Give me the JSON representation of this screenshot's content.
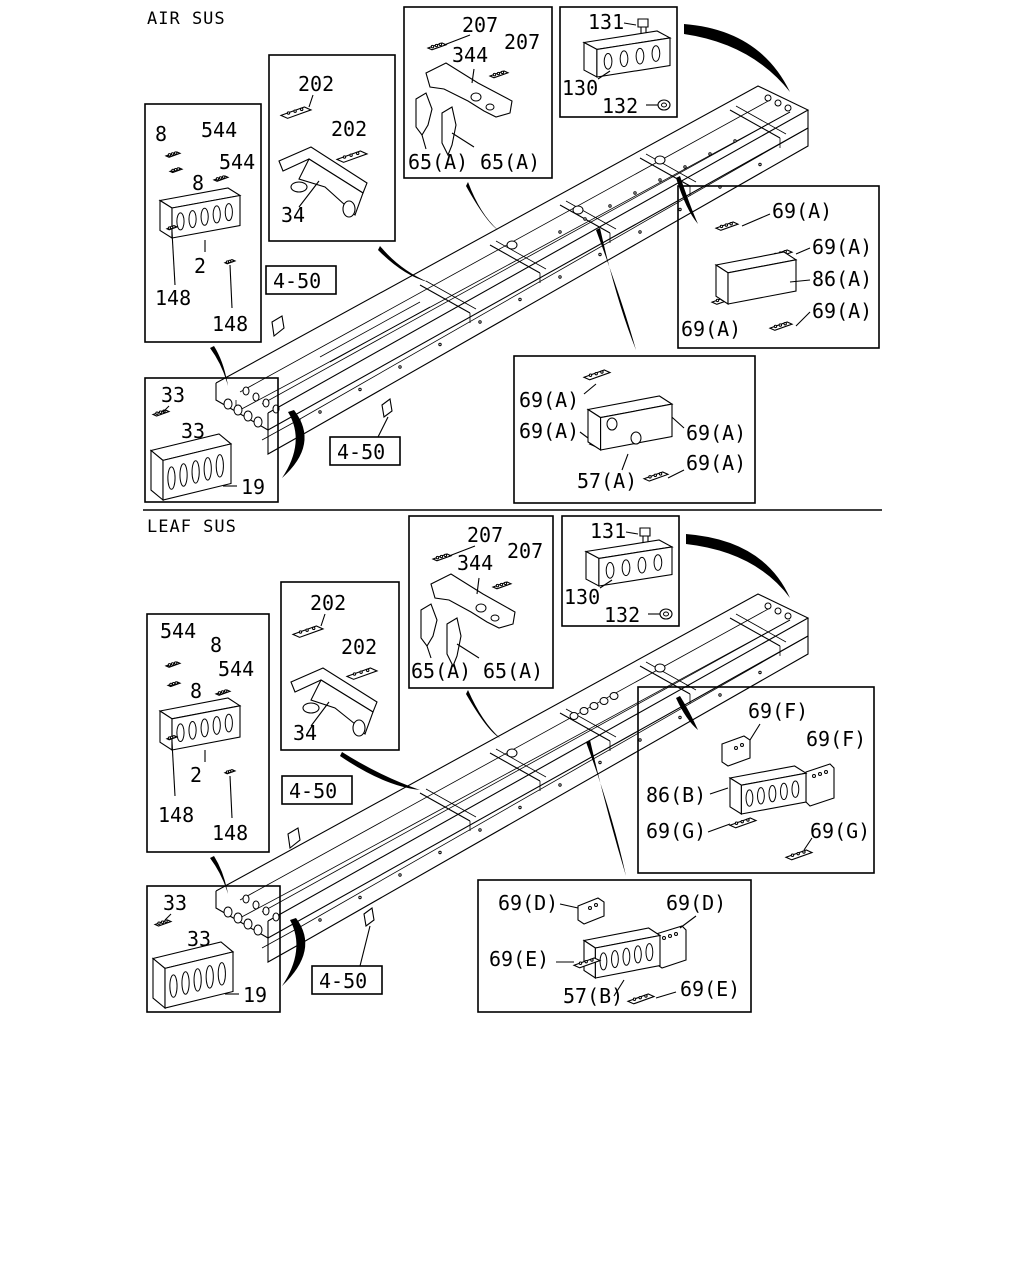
{
  "sections": [
    {
      "key": "air",
      "title": "AIR SUS",
      "boxes": {
        "front_cross": [
          "8",
          "544",
          "544",
          "8",
          "2",
          "148",
          "148"
        ],
        "cross_34": [
          "202",
          "202",
          "34"
        ],
        "bracket_344": [
          "207",
          "344",
          "207",
          "65(A)",
          "65(A)"
        ],
        "rear_cross": [
          "131",
          "130",
          "132"
        ],
        "cross_86": [
          "69(A)",
          "69(A)",
          "86(A)",
          "69(A)",
          "69(A)"
        ],
        "cross_57": [
          "69(A)",
          "69(A)",
          "69(A)",
          "57(A)",
          "69(A)"
        ],
        "end_cross": [
          "33",
          "33",
          "19"
        ]
      },
      "refs": [
        "4-50",
        "4-50"
      ]
    },
    {
      "key": "leaf",
      "title": "LEAF SUS",
      "boxes": {
        "front_cross": [
          "544",
          "8",
          "544",
          "8",
          "2",
          "148",
          "148"
        ],
        "cross_34": [
          "202",
          "202",
          "34"
        ],
        "bracket_344": [
          "207",
          "344",
          "207",
          "65(A)",
          "65(A)"
        ],
        "rear_cross": [
          "131",
          "130",
          "132"
        ],
        "cross_86": [
          "69(F)",
          "69(F)",
          "86(B)",
          "69(G)",
          "69(G)"
        ],
        "cross_57": [
          "69(D)",
          "69(D)",
          "69(E)",
          "57(B)",
          "69(E)"
        ],
        "end_cross": [
          "33",
          "33",
          "19"
        ]
      },
      "refs": [
        "4-50",
        "4-50"
      ]
    }
  ]
}
